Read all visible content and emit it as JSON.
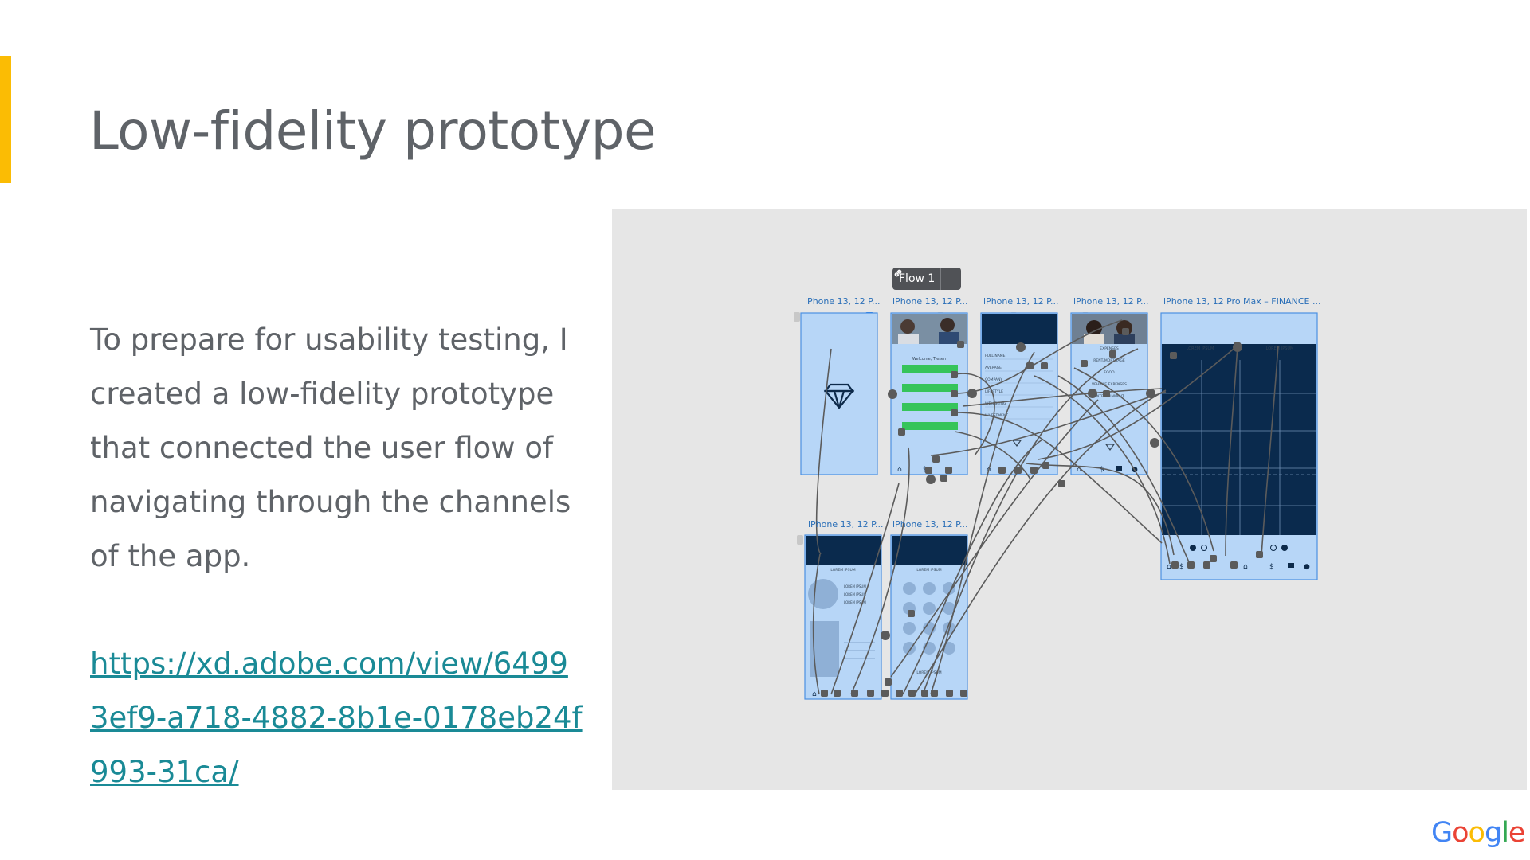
{
  "slide": {
    "title": "Low-fidelity prototype",
    "body": [
      "To prepare for usability testing, I",
      "created a low-fidelity prototype",
      "that connected the user flow of",
      "navigating through the channels",
      "of the app."
    ],
    "link": "https://xd.adobe.com/view/64993ef9-a718-4882-8b1e-0178eb24f993-31ca/",
    "accent_color": "#FBBC04",
    "text_color": "#5f6368",
    "link_color": "#1a8a96"
  },
  "prototype": {
    "flow_label": "Flow 1",
    "flow_icon": "link-icon",
    "artboards": [
      {
        "label": "iPhone 13, 12 P..."
      },
      {
        "label": "iPhone 13, 12 P...",
        "welcome": "Welcome, Tiesen"
      },
      {
        "label": "iPhone 13, 12 P...",
        "items": [
          "FULL NAME",
          "AVERAGE",
          "COMPANY",
          "LIFESTYLE",
          "WELLBEING",
          "INVESTMENT"
        ]
      },
      {
        "label": "iPhone 13, 12 P...",
        "items": [
          "EXPENSES",
          "RENT/MORTGAGE",
          "FOOD",
          "VEHICLE EXPENSES",
          "ENTERTAINMENT"
        ]
      },
      {
        "label": "iPhone 13, 12 Pro Max – FINANCE ...",
        "cols": [
          "LOREM IPSUM",
          "LOREM IPSUM"
        ]
      },
      {
        "label": "iPhone 13, 12 P...",
        "head": "LOREM IPSUM",
        "lines": [
          "LOREM IPSUM",
          "LOREM IPSUM",
          "LOREM IPSUM"
        ]
      },
      {
        "label": "iPhone 13, 12 P...",
        "head": "LOREM IPSUM",
        "foot": "LOREM IPSUM"
      }
    ]
  },
  "brand": {
    "logo_text": [
      "G",
      "o",
      "o",
      "g",
      "l",
      "e"
    ],
    "logo_colors": [
      "#4285F4",
      "#EA4335",
      "#FBBC05",
      "#4285F4",
      "#34A853",
      "#EA4335"
    ]
  }
}
